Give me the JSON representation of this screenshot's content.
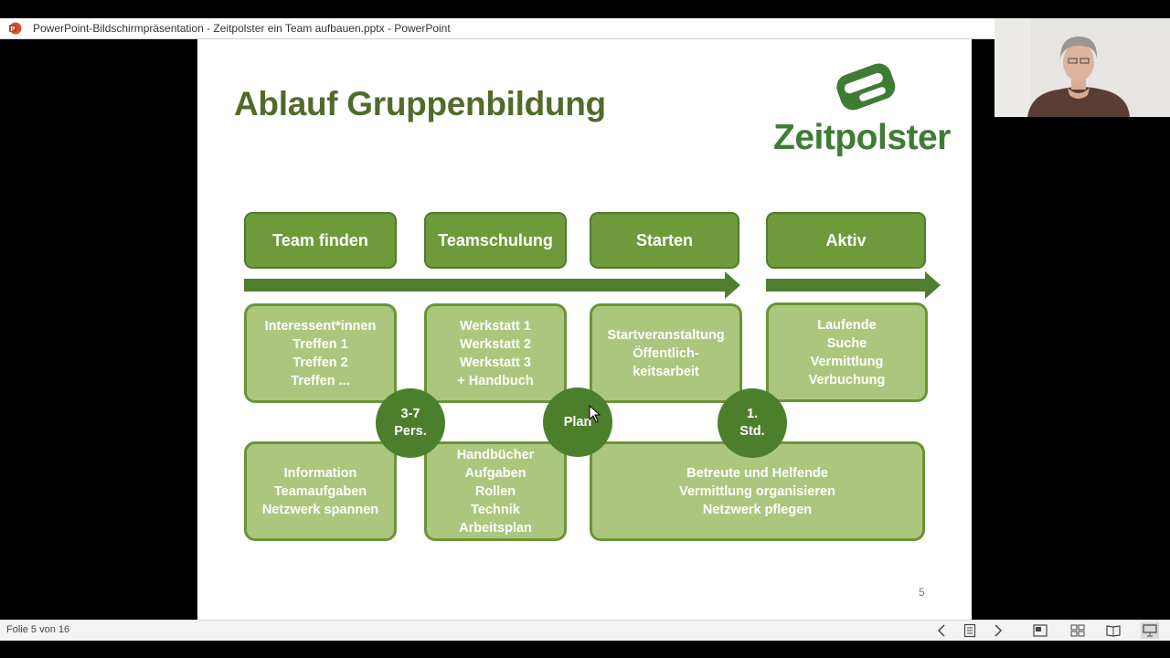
{
  "window": {
    "title": "PowerPoint-Bildschirmpräsentation  -  Zeitpolster ein Team aufbauen.pptx - PowerPoint",
    "app_icon": "powerpoint-icon"
  },
  "slide": {
    "title": "Ablauf Gruppenbildung",
    "logo_text": "Zeitpolster",
    "page_number": "5",
    "headers": [
      "Team finden",
      "Teamschulung",
      "Starten",
      "Aktiv"
    ],
    "top_boxes": [
      {
        "lines": [
          "Interessent*innen",
          "Treffen 1",
          "Treffen 2",
          "Treffen ..."
        ]
      },
      {
        "lines": [
          "Werkstatt 1",
          "Werkstatt 2",
          "Werkstatt 3",
          "+ Handbuch"
        ]
      },
      {
        "lines": [
          "Startveranstaltung",
          "Öffentlich-",
          "keitsarbeit"
        ]
      },
      {
        "lines": [
          "Laufende",
          "Suche",
          "Vermittlung",
          "Verbuchung"
        ]
      }
    ],
    "circles": [
      {
        "lines": [
          "3-7",
          "Pers."
        ]
      },
      {
        "lines": [
          "Plan"
        ]
      },
      {
        "lines": [
          "1.",
          "Std."
        ]
      }
    ],
    "bottom_boxes": [
      {
        "lines": [
          "Information",
          "Teamaufgaben",
          "Netzwerk spannen"
        ]
      },
      {
        "lines": [
          "Handbücher",
          "Aufgaben",
          "Rollen",
          "Technik",
          "Arbeitsplan"
        ]
      },
      {
        "lines": [
          "Betreute und Helfende",
          "Vermittlung organisieren",
          "Netzwerk pflegen"
        ]
      }
    ],
    "colors": {
      "title": "#516b2b",
      "header_fill": "#6f9a3b",
      "box_fill": "#abc77d",
      "circle_fill": "#4c7f2c",
      "arrow": "#4e7f2e"
    }
  },
  "statusbar": {
    "slide_counter": "Folie 5 von 16",
    "icons": [
      "previous-slide-icon",
      "slide-menu-icon",
      "next-slide-icon",
      "normal-view-icon",
      "slide-sorter-icon",
      "reading-view-icon",
      "slideshow-icon"
    ]
  },
  "webcam": {
    "description_icon": "webcam-presenter"
  }
}
